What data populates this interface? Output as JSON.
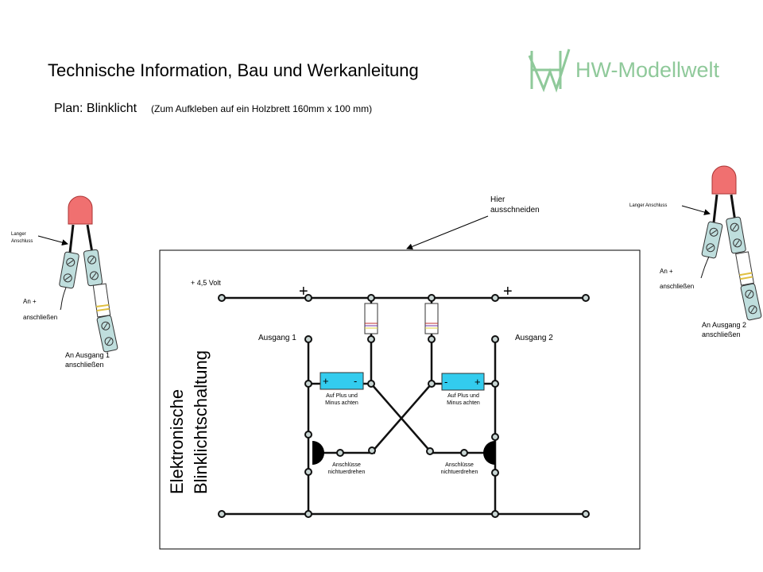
{
  "header": {
    "title": "Technische Information, Bau und Werkanleitung",
    "plan_label": "Plan: Blinklicht",
    "plan_note": "(Zum Aufkleben auf ein Holzbrett 160mm x 100 mm)"
  },
  "logo": {
    "mark": "HW",
    "name": "HW-Modellwelt",
    "color": "#8fc99a"
  },
  "cut_hint": {
    "line1": "Hier",
    "line2": "ausschneiden"
  },
  "board": {
    "title_line1": "Elektronische",
    "title_line2": "Blinklichtschaltung",
    "supply_label": "+ 4,5 Volt",
    "plus_left": "+",
    "plus_right": "+",
    "output1": "Ausgang 1",
    "output2": "Ausgang 2",
    "cap_left": {
      "plus": "+",
      "minus": "-",
      "note1": "Auf Plus und",
      "note2": "Minus achten"
    },
    "cap_right": {
      "plus": "+",
      "minus": "-",
      "note1": "Auf Plus und",
      "note2": "Minus achten"
    },
    "transistor_left": {
      "note1": "Anschlüsse",
      "note2": "nichtuerdrehen"
    },
    "transistor_right": {
      "note1": "Anschlüsse",
      "note2": "nichtuerdrehen"
    },
    "cap_color": "#33ccee"
  },
  "led_left": {
    "long_lead1": "Langer",
    "long_lead2": "Anschluss",
    "plus1": "An +",
    "plus2": "anschließen",
    "out1": "An Ausgang 1",
    "out2": "anschließen"
  },
  "led_right": {
    "long_lead": "Langer Anschluss",
    "plus1": "An +",
    "plus2": "anschließen",
    "out1": "An Ausgang 2",
    "out2": "anschließen"
  }
}
